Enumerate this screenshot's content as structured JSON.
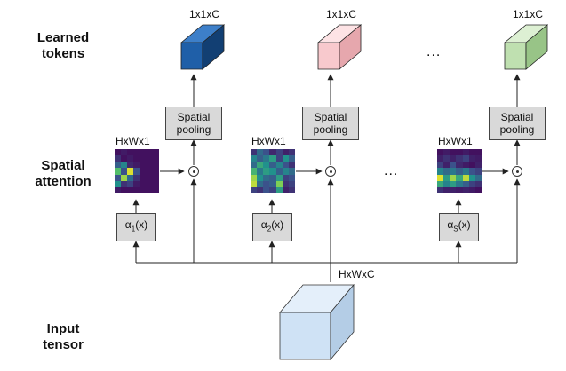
{
  "row_labels": {
    "learned_tokens": [
      "Learned",
      "tokens"
    ],
    "spatial_attention": [
      "Spatial",
      "attention"
    ],
    "input_tensor": [
      "Input",
      "tensor"
    ]
  },
  "token_dim": "1x1xC",
  "attention_dim": "HxWx1",
  "input_dim": "HxWxC",
  "pooling_label": [
    "Spatial",
    "pooling"
  ],
  "ellipsis": "...",
  "functions": [
    {
      "name": "α",
      "sub": "1",
      "arg": "(x)"
    },
    {
      "name": "α",
      "sub": "2",
      "arg": "(x)"
    },
    {
      "name": "α",
      "sub": "S",
      "arg": "(x)"
    }
  ],
  "token_colors": [
    {
      "front": "#1f5fa8",
      "top": "#3d7fc9",
      "side": "#123f73"
    },
    {
      "front": "#f8c9cd",
      "top": "#fde3e5",
      "side": "#e6a7ad"
    },
    {
      "front": "#bfe0b0",
      "top": "#ddf0d3",
      "side": "#98c487"
    }
  ],
  "input_colors": {
    "front": "#cfe2f5",
    "top": "#e4effa",
    "side": "#b4cde6"
  },
  "heatmaps": [
    [
      [
        0.05,
        0.08,
        0.05,
        0.05,
        0.05,
        0.05,
        0.05
      ],
      [
        0.15,
        0.05,
        0.08,
        0.05,
        0.05,
        0.05,
        0.05
      ],
      [
        0.3,
        0.45,
        0.12,
        0.08,
        0.05,
        0.05,
        0.05
      ],
      [
        0.7,
        0.25,
        0.95,
        0.25,
        0.05,
        0.05,
        0.05
      ],
      [
        0.25,
        0.85,
        0.35,
        0.15,
        0.05,
        0.05,
        0.05
      ],
      [
        0.5,
        0.15,
        0.2,
        0.08,
        0.05,
        0.05,
        0.05
      ],
      [
        0.08,
        0.05,
        0.05,
        0.05,
        0.05,
        0.05,
        0.05
      ]
    ],
    [
      [
        0.15,
        0.35,
        0.25,
        0.12,
        0.2,
        0.1,
        0.15
      ],
      [
        0.45,
        0.3,
        0.4,
        0.55,
        0.2,
        0.5,
        0.3
      ],
      [
        0.35,
        0.6,
        0.5,
        0.3,
        0.45,
        0.25,
        0.15
      ],
      [
        0.65,
        0.4,
        0.55,
        0.5,
        0.3,
        0.45,
        0.35
      ],
      [
        0.85,
        0.5,
        0.35,
        0.3,
        0.55,
        0.2,
        0.25
      ],
      [
        0.9,
        0.35,
        0.25,
        0.3,
        0.8,
        0.15,
        0.2
      ],
      [
        0.2,
        0.15,
        0.25,
        0.2,
        0.55,
        0.1,
        0.15
      ]
    ],
    [
      [
        0.05,
        0.08,
        0.05,
        0.05,
        0.08,
        0.05,
        0.05
      ],
      [
        0.1,
        0.15,
        0.1,
        0.15,
        0.2,
        0.1,
        0.08
      ],
      [
        0.2,
        0.1,
        0.25,
        0.12,
        0.08,
        0.05,
        0.1
      ],
      [
        0.45,
        0.35,
        0.4,
        0.3,
        0.4,
        0.25,
        0.2
      ],
      [
        0.95,
        0.55,
        0.85,
        0.6,
        0.9,
        0.5,
        0.35
      ],
      [
        0.6,
        0.45,
        0.55,
        0.4,
        0.3,
        0.2,
        0.15
      ],
      [
        0.15,
        0.1,
        0.1,
        0.08,
        0.1,
        0.08,
        0.05
      ]
    ]
  ]
}
